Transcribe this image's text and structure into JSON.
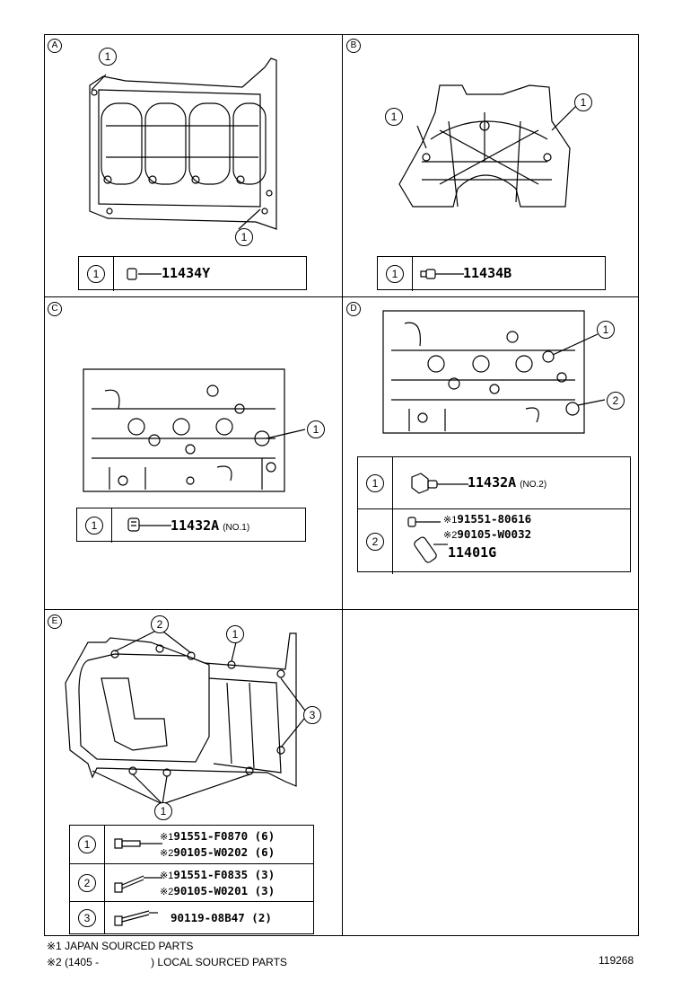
{
  "panels": {
    "A": {
      "label": "A",
      "callouts": [
        "1",
        "1"
      ],
      "parts": [
        {
          "index": "1",
          "number": "11434Y"
        }
      ]
    },
    "B": {
      "label": "B",
      "callouts": [
        "1",
        "1"
      ],
      "parts": [
        {
          "index": "1",
          "number": "11434B"
        }
      ]
    },
    "C": {
      "label": "C",
      "callouts": [
        "1"
      ],
      "parts": [
        {
          "index": "1",
          "number": "11432A",
          "note": "(NO.1)"
        }
      ]
    },
    "D": {
      "label": "D",
      "callouts": [
        "1",
        "2"
      ],
      "parts": [
        {
          "index": "1",
          "number": "11432A",
          "note": "(NO.2)"
        },
        {
          "index": "2",
          "lines": [
            {
              "mark": "※1",
              "number": "91551-80616"
            },
            {
              "mark": "※2",
              "number": "90105-W0032"
            },
            {
              "mark": "",
              "number": "11401G"
            }
          ]
        }
      ]
    },
    "E": {
      "label": "E",
      "callouts": [
        "2",
        "1",
        "3",
        "1"
      ],
      "parts": [
        {
          "index": "1",
          "lines": [
            {
              "mark": "※1",
              "number": "91551-F0870 (6)"
            },
            {
              "mark": "※2",
              "number": "90105-W0202 (6)"
            }
          ]
        },
        {
          "index": "2",
          "lines": [
            {
              "mark": "※1",
              "number": "91551-F0835 (3)"
            },
            {
              "mark": "※2",
              "number": "90105-W0201 (3)"
            }
          ]
        },
        {
          "index": "3",
          "lines": [
            {
              "mark": "",
              "number": "90119-08B47 (2)"
            }
          ]
        }
      ]
    }
  },
  "footnotes": {
    "note1": "※1 JAPAN SOURCED PARTS",
    "note2_prefix": "※2 (1405 -",
    "note2_suffix": ") LOCAL SOURCED PARTS"
  },
  "diagram_number": "119268"
}
